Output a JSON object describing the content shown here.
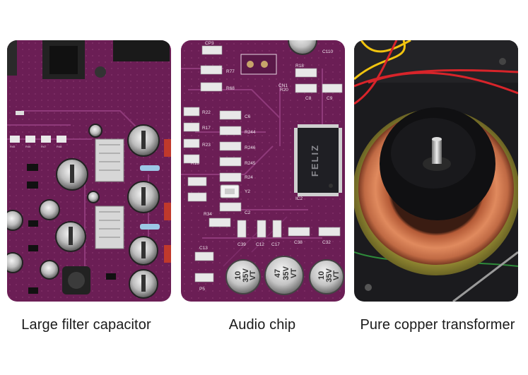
{
  "panels": [
    {
      "id": "capacitor",
      "caption": "Large filter capacitor",
      "board_labels": [
        "R45",
        "R46",
        "R47",
        "R48"
      ]
    },
    {
      "id": "chip",
      "caption": "Audio chip",
      "chip_marking": "FELIZ",
      "component_labels": [
        "CP3",
        "C110",
        "R77",
        "R68",
        "R18",
        "R20",
        "C8",
        "C9",
        "R22",
        "R17",
        "C6",
        "R244",
        "R23",
        "R246",
        "R245",
        "R18",
        "R24",
        "Y2",
        "R34",
        "C2",
        "C39",
        "C12",
        "C17",
        "C38",
        "C32",
        "C13",
        "P5",
        "CN1",
        "IC2"
      ],
      "capacitor_markings": [
        {
          "value": "10",
          "voltage": "35V",
          "series": "VT"
        },
        {
          "value": "47",
          "voltage": "35V",
          "series": "VT"
        },
        {
          "value": "10",
          "voltage": "35V",
          "series": "VT"
        }
      ]
    },
    {
      "id": "transformer",
      "caption": "Pure copper transformer"
    }
  ],
  "colors": {
    "pcb_purple": "#6b1e55",
    "pcb_dark": "#4a1240",
    "copper": "#c9714a",
    "wire_red": "#d8242a",
    "wire_yellow": "#f1c40f"
  }
}
